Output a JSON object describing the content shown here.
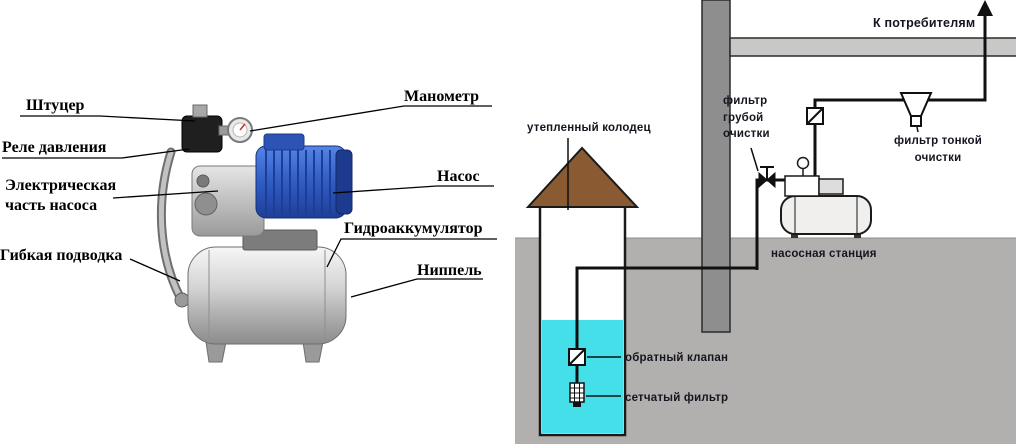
{
  "left_panel": {
    "labels": {
      "shtutser": "Штуцер",
      "rele_davleniya": "Реле давления",
      "elektricheskaya_chast": "Электрическая\nчасть насоса",
      "gibkaya_podvodka": "Гибкая подводка",
      "manometr": "Манометр",
      "nasos": "Насос",
      "gidroakkumulyator": "Гидроаккумулятор",
      "nippel": "Ниппель"
    }
  },
  "right_panel": {
    "labels": {
      "k_potrebitelyam": "К потребителям",
      "uteplenny_kolodets": "утепленный колодец",
      "filtr_gruboy_ochistki": "фильтр\nгрубой\nочистки",
      "filtr_tonkoy_ochistki": "фильтр тонкой\nочистки",
      "nasosnaya_stantsiya": "насосная станция",
      "obratny_klapan": "обратный клапан",
      "setchaty_filtr": "сетчатый фильтр"
    },
    "colors": {
      "ground": "#b1b0ae",
      "water": "#44dfe8",
      "roof": "#8a5a33",
      "pipe": "#101010",
      "pillar": "#8e8e8e",
      "beam": "#c9c8c6"
    }
  }
}
